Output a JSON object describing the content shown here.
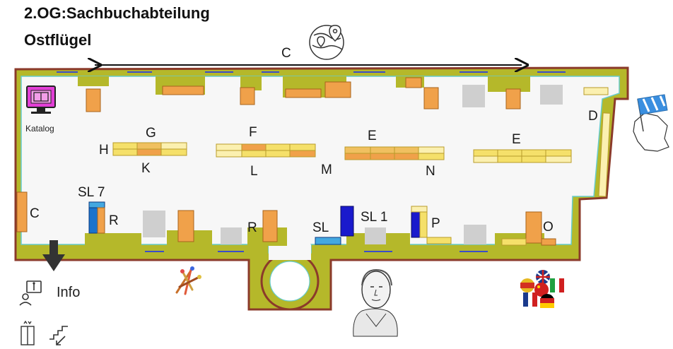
{
  "header": {
    "title_line1": "2.OG:Sachbuchabteilung",
    "title_line2": "Ostflügel"
  },
  "labels": {
    "C_top": "C",
    "C_left": "C",
    "D": "D",
    "E_mid": "E",
    "E_right": "E",
    "F": "F",
    "G": "G",
    "H": "H",
    "K": "K",
    "L": "L",
    "M": "M",
    "N": "N",
    "O": "O",
    "P": "P",
    "R_left": "R",
    "R_mid": "R",
    "SL7": "SL 7",
    "SL": "SL",
    "SL1": "SL 1",
    "katalog": "Katalog",
    "info": "Info"
  },
  "icons": {
    "globe": "globe-map-pins-icon",
    "bavaria": "bavaria-flag-map-icon",
    "catalog": "catalog-computer-icon",
    "info": "info-desk-person-icon",
    "elevator": "elevator-icon",
    "stairs": "stairs-down-icon",
    "arrow": "exit-arrow-down-icon",
    "art": "art-brushes-icon",
    "goethe": "goethe-portrait-icon",
    "flags": "language-flags-icon"
  },
  "colors": {
    "wall": "#b5b82a",
    "wall_outline": "#8b3a2a",
    "floor": "#f7f7f7",
    "shelf_orange": "#f0a14a",
    "shelf_yellow": "#f5e06a",
    "shelf_pale": "#fbf0b0",
    "shelf_blue": "#1a1acc",
    "shelf_lightblue": "#44a8e0",
    "table_grey": "#cfcfcf",
    "window": "#3b4ec8",
    "catalog_pink": "#e23fd6"
  }
}
